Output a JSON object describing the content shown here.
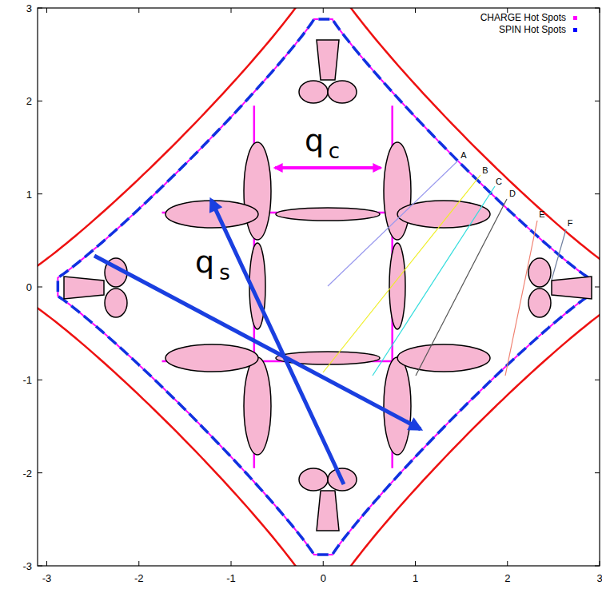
{
  "diagram": {
    "labels": [
      "-3",
      "-2",
      "-1",
      "0",
      "1",
      "2",
      "3",
      "3",
      "2",
      "1",
      "0",
      "-1",
      "-2",
      "-3",
      "A",
      "B",
      "C",
      "D",
      "E",
      "F",
      "q",
      "c",
      "q",
      "s"
    ],
    "legend": [
      {
        "text": "CHARGE Hot Spots",
        "color": "#ff00ff"
      },
      {
        "text": "SPIN Hot Spots",
        "color": "#0000ff"
      }
    ]
  }
}
